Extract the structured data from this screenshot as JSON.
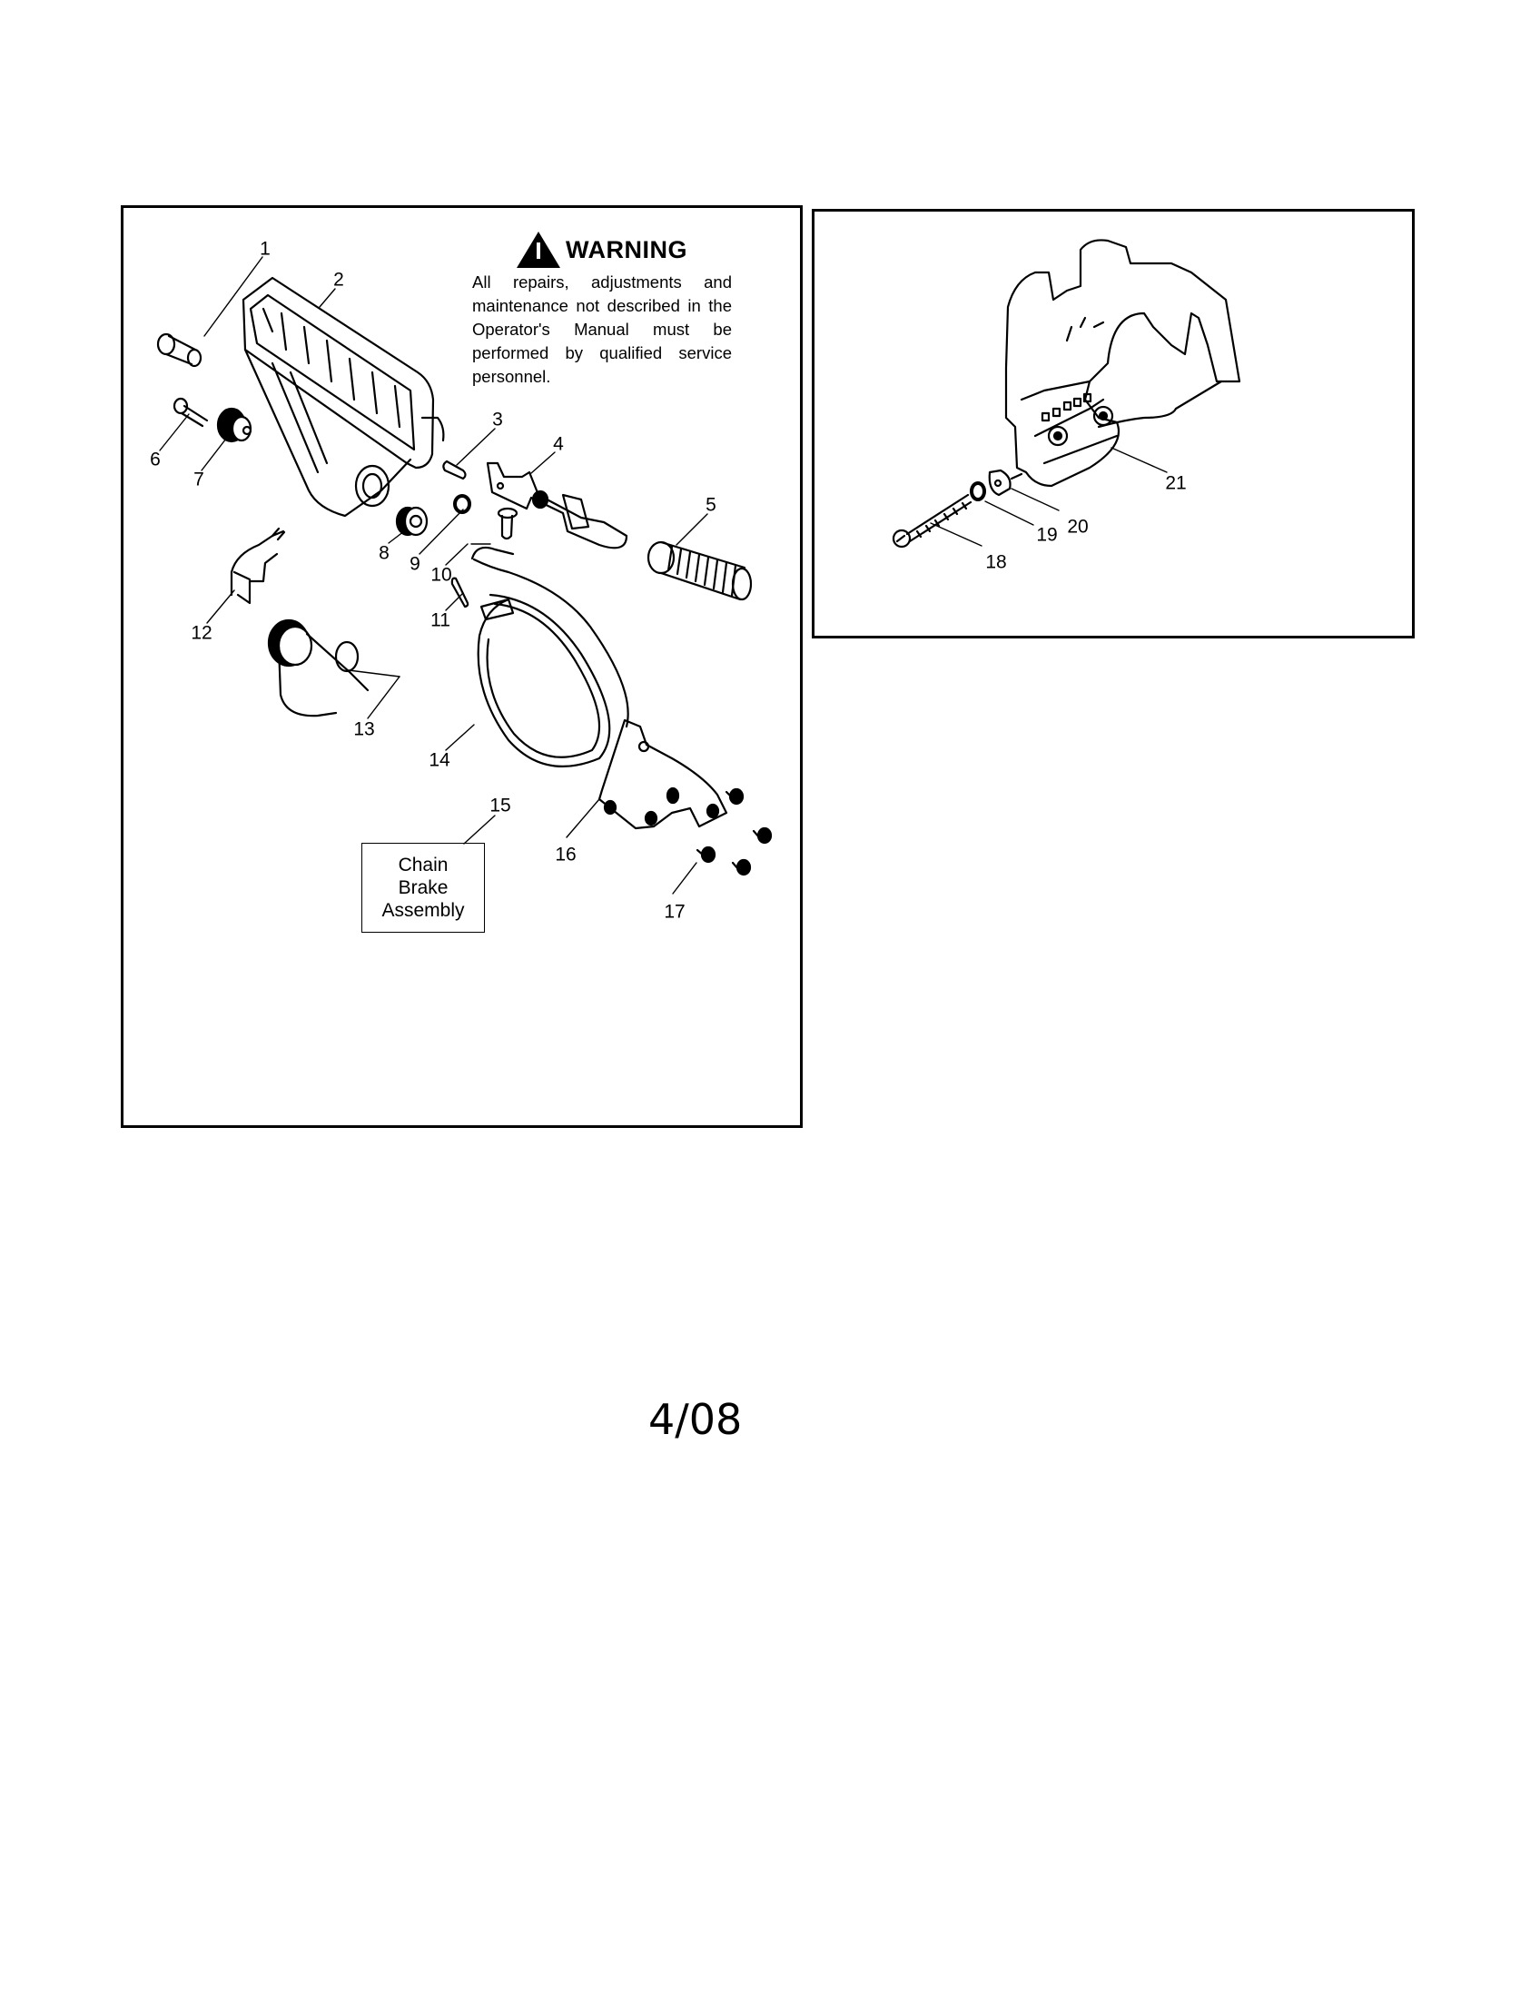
{
  "page": {
    "date_code": "4/08"
  },
  "left_panel": {
    "warning": {
      "icon": "warning-triangle-icon",
      "title": "WARNING",
      "body": "All repairs, adjustments and maintenance not described in the Operator's Manual must be performed by qualified service personnel."
    },
    "assembly_box": {
      "line1": "Chain",
      "line2": "Brake",
      "line3": "Assembly"
    },
    "callouts": [
      {
        "num": "1",
        "part": "pin"
      },
      {
        "num": "2",
        "part": "hand guard / chain brake handle"
      },
      {
        "num": "3",
        "part": "pin"
      },
      {
        "num": "4",
        "part": "lever assembly"
      },
      {
        "num": "5",
        "part": "spring"
      },
      {
        "num": "6",
        "part": "screw"
      },
      {
        "num": "7",
        "part": "bushing"
      },
      {
        "num": "8",
        "part": "bushing"
      },
      {
        "num": "9",
        "part": "retaining ring"
      },
      {
        "num": "10",
        "part": "rivet"
      },
      {
        "num": "11",
        "part": "pin"
      },
      {
        "num": "12",
        "part": "spring clip"
      },
      {
        "num": "13",
        "part": "torsion spring"
      },
      {
        "num": "14",
        "part": "brake band"
      },
      {
        "num": "15",
        "part": "chain brake assembly"
      },
      {
        "num": "16",
        "part": "bracket"
      },
      {
        "num": "17",
        "part": "screws"
      }
    ]
  },
  "right_panel": {
    "callouts": [
      {
        "num": "18",
        "part": "bolt"
      },
      {
        "num": "19",
        "part": "washer"
      },
      {
        "num": "20",
        "part": "plate"
      },
      {
        "num": "21",
        "part": "clutch cover / housing"
      }
    ]
  }
}
